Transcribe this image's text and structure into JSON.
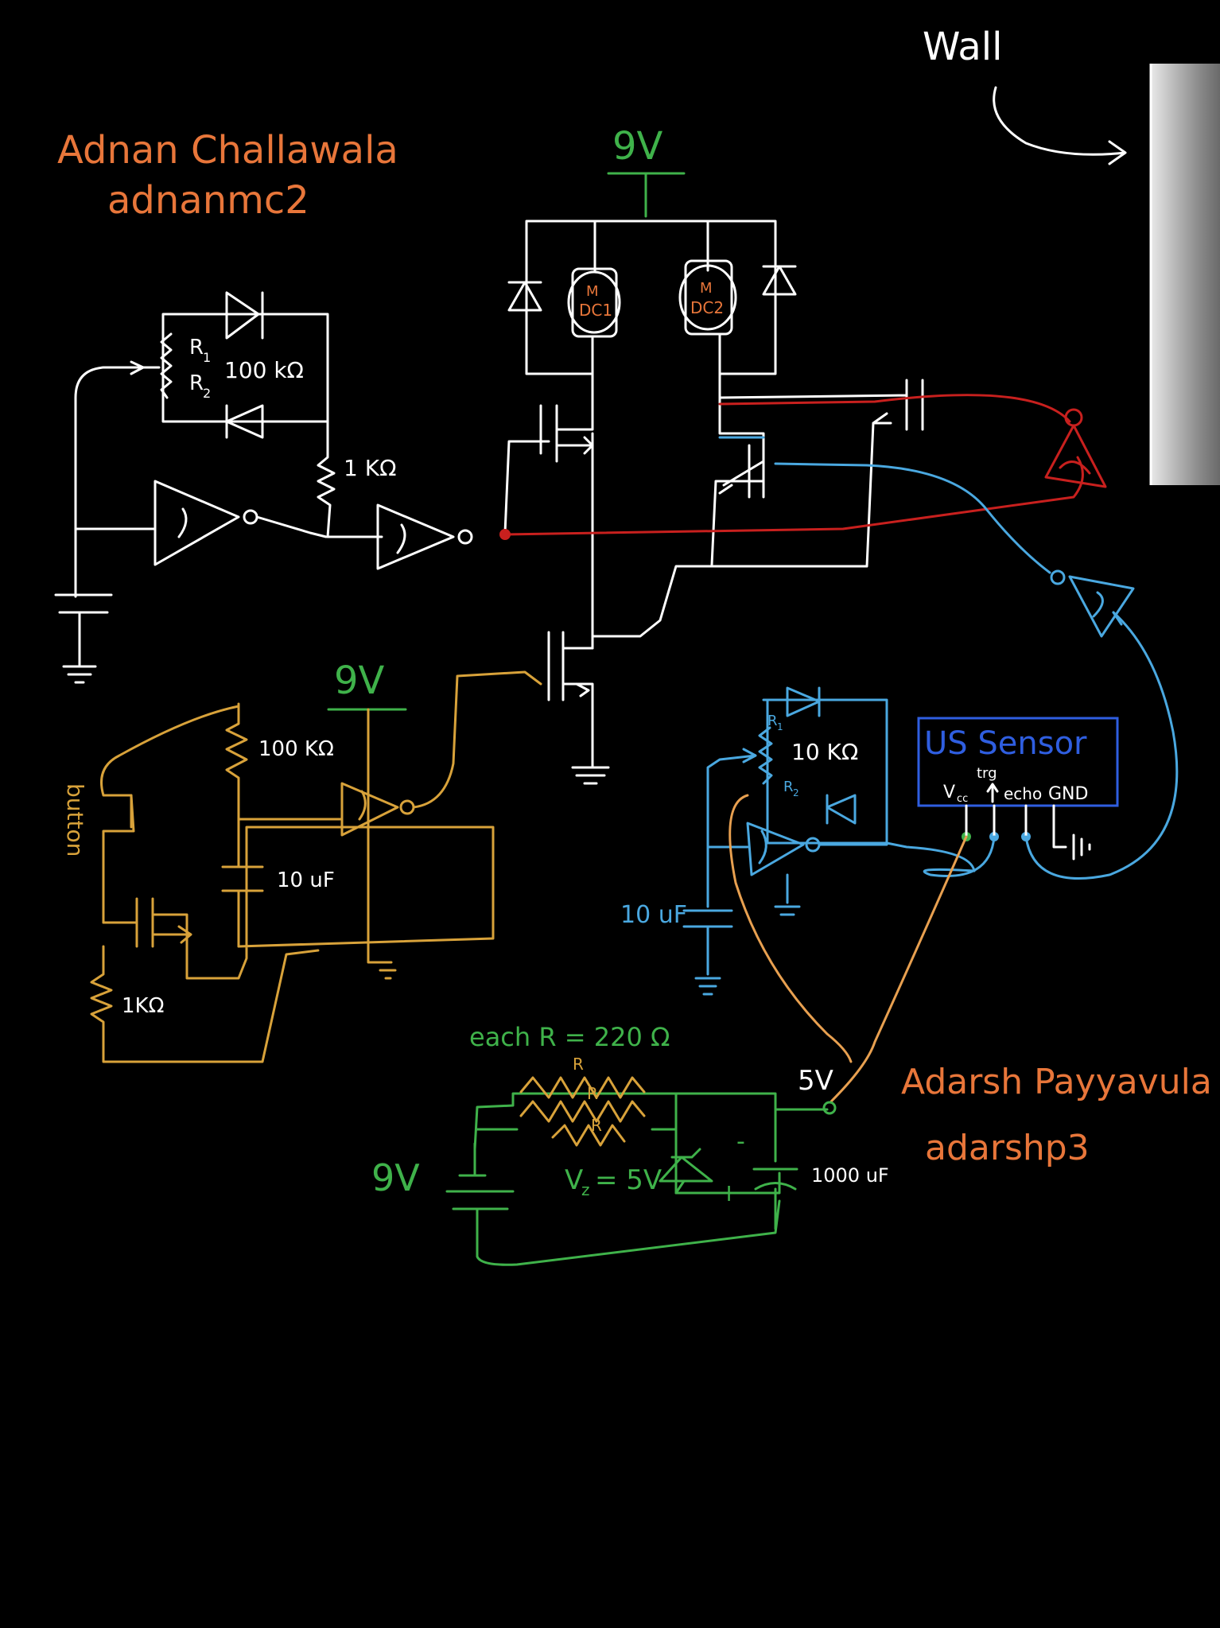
{
  "authors": {
    "author1_name": "Adnan Challawala",
    "author1_id": "adnanmc2",
    "author2_name": "Adarsh Payyavula",
    "author2_id": "adarshp3"
  },
  "labels": {
    "wall": "Wall",
    "supply_9v_top": "9V",
    "supply_9v_mid": "9V",
    "supply_9v_reg": "9V",
    "motor1_m": "M",
    "motor1_name": "DC1",
    "motor2_m": "M",
    "motor2_name": "DC2",
    "r1_top": "R",
    "r1_top_sub": "1",
    "r2_top": "R",
    "r2_top_sub": "2",
    "pot_top": "100 kΩ",
    "res_1k_top": "1 KΩ",
    "res_100k_button": "100 KΩ",
    "cap_10uf_button": "10 uF",
    "res_1k_button": "1KΩ",
    "button": "button",
    "pot_sensor": "10 KΩ",
    "r1_sensor": "R",
    "r1_sensor_sub": "1",
    "r2_sensor": "R",
    "r2_sensor_sub": "2",
    "cap_10uf_sensor": "10 uF",
    "us_sensor": "US Sensor",
    "trg": "trg",
    "vcc": "V",
    "vcc_sub": "cc",
    "echo": "echo",
    "gnd": "GND",
    "each_r": "each R = 220 Ω",
    "r_a": "R",
    "r_b": "R",
    "r_c": "R",
    "vz": "V",
    "vz_sub": "z",
    "vz_val": "= 5V",
    "v5": "5V",
    "cap_1000uf": "1000 uF",
    "minus": "-",
    "plus": "+"
  },
  "colors": {
    "white": "#ffffff",
    "green": "#3fb24a",
    "yellow": "#d8a23a",
    "blue": "#4aa8e0",
    "red": "#c8201e",
    "orange_text": "#e8763a",
    "sensor_box": "#2f5ee0",
    "background": "#000000"
  }
}
